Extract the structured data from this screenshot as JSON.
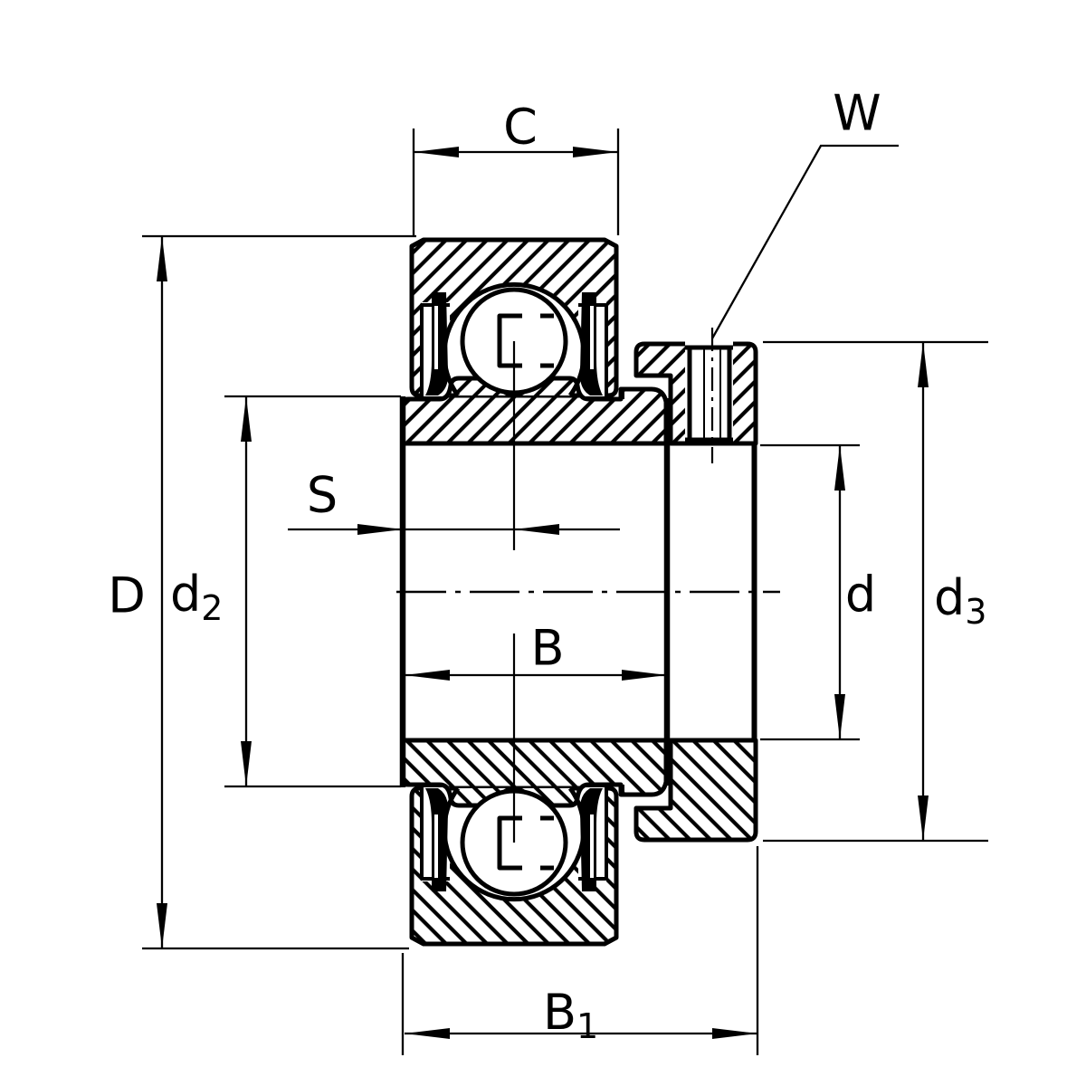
{
  "figure": {
    "kind": "bearing-sectional-drawing",
    "colors": {
      "ink": "#000000",
      "paper": "#ffffff"
    },
    "dimensions": {
      "outer_ring_width": {
        "text": "C"
      },
      "set_screw": {
        "text": "W"
      },
      "outer_diameter": {
        "text": "D"
      },
      "seal_diameter": {
        "main": "d",
        "sub": "2"
      },
      "center_offset": {
        "text": "S"
      },
      "inner_ring_width": {
        "text": "B"
      },
      "bore_diameter": {
        "text": "d"
      },
      "collar_diameter": {
        "main": "d",
        "sub": "3"
      },
      "total_width": {
        "main": "B",
        "sub": "1"
      }
    }
  }
}
